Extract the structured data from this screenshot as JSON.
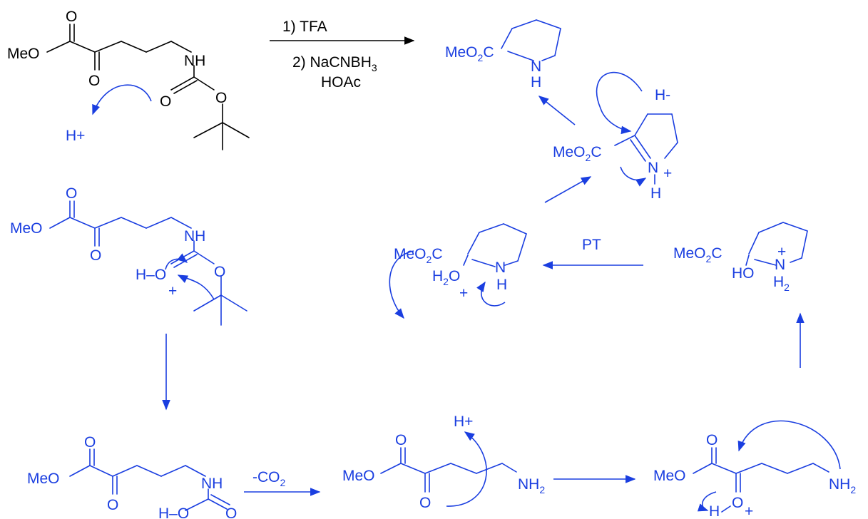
{
  "colors": {
    "starting_material": "#000000",
    "mechanism": "#1a3ee0"
  },
  "reagents": {
    "step1": "1) TFA",
    "step2": "2) NaCNBH",
    "step2_sub": "3",
    "step2b": "HOAc"
  },
  "atoms": {
    "MeO": "MeO",
    "O": "O",
    "NH": "NH",
    "N": "N",
    "H": "H",
    "HO": "HO",
    "Hplus": "H+",
    "Hminus": "H-",
    "plus": "+",
    "HOdash": "H–O",
    "NH2_main": "NH",
    "sub2": "2",
    "MeO2C_main": "MeO",
    "MeO2C_tail": "C",
    "H2O_main": "H",
    "H2O_tail": "O"
  },
  "labels": {
    "pt": "PT",
    "minus_co2": "-CO",
    "minus_co2_sub": "2"
  }
}
